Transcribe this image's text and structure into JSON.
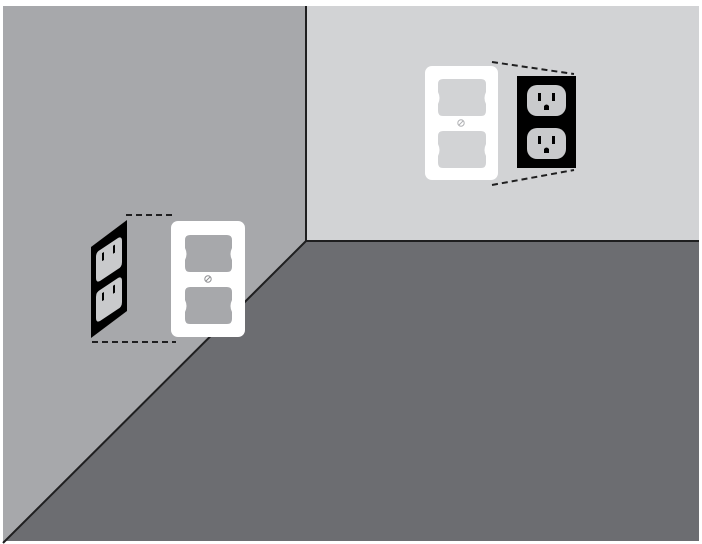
{
  "scene": {
    "description_elements": [
      "corner-room",
      "left-wall-outlet",
      "back-wall-outlet"
    ]
  },
  "colors": {
    "outer_border": "#ffffff",
    "left_wall": "#a7a8ab",
    "back_wall": "#d2d3d5",
    "floor": "#6c6d71",
    "edge_line": "#1f1f20",
    "plate": "#ffffff",
    "plate_cutout": "#a7a8ab",
    "receptacle_body": "#000000",
    "receptacle_face": "#c9cacc",
    "dashed_line": "#1f1f20"
  },
  "icons": {
    "outlet": "duplex-outlet-icon",
    "cover_plate": "outlet-cover-plate-icon",
    "screw": "screw-icon"
  }
}
